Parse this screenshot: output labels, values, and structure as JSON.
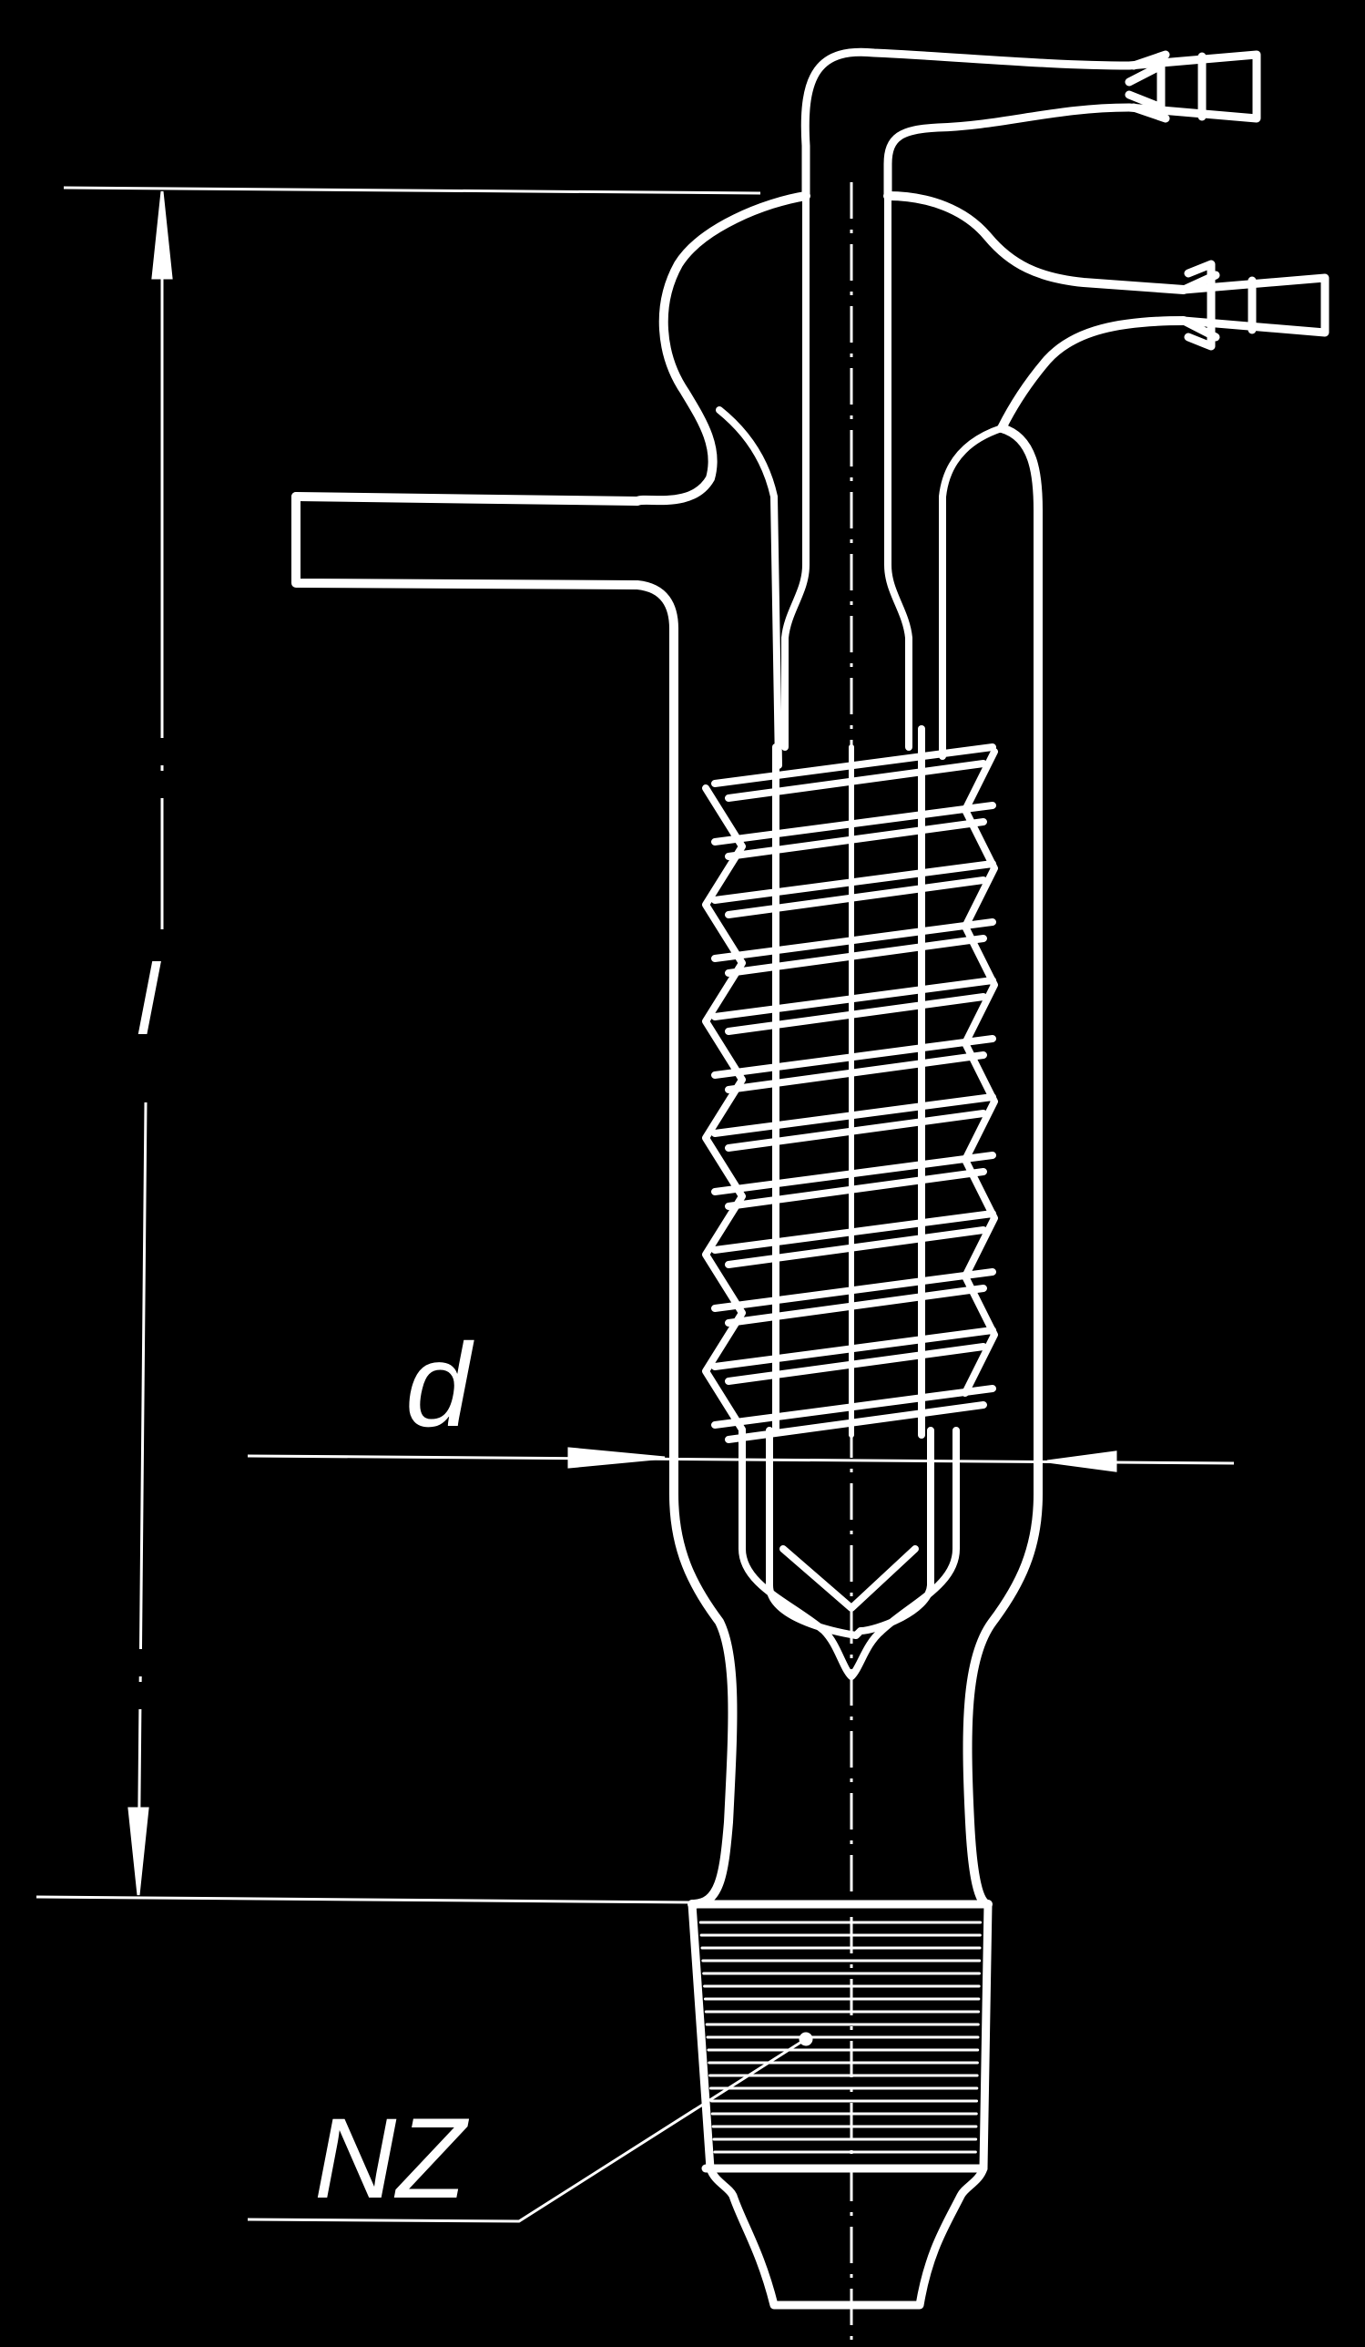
{
  "labels": {
    "length": "l",
    "diameter": "d",
    "joint": "NZ"
  },
  "colors": {
    "background": "#000000",
    "line": "#ffffff"
  }
}
